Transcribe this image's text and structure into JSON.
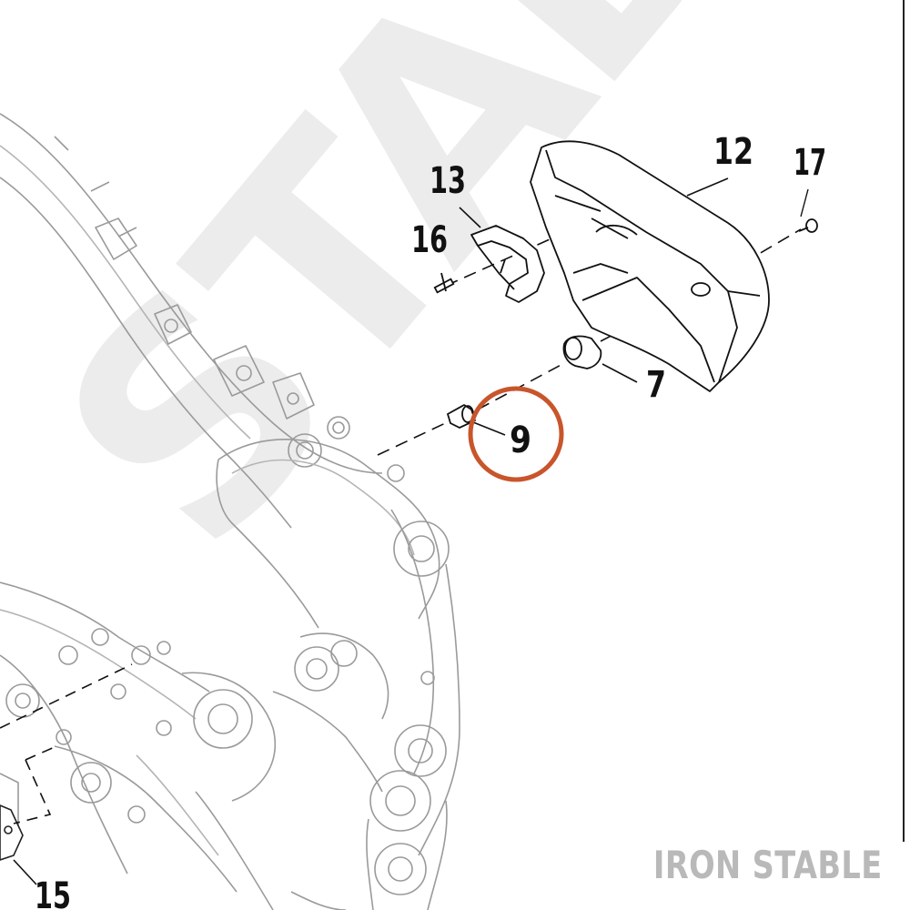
{
  "diagram": {
    "watermark_text": "STABLE",
    "brand_text": "IRON STABLE",
    "highlight_color": "#c8552b",
    "highlighted_callout": "9",
    "callouts": {
      "c7": "7",
      "c9": "9",
      "c12": "12",
      "c13": "13",
      "c15": "15",
      "c16": "16",
      "c17": "17"
    }
  }
}
